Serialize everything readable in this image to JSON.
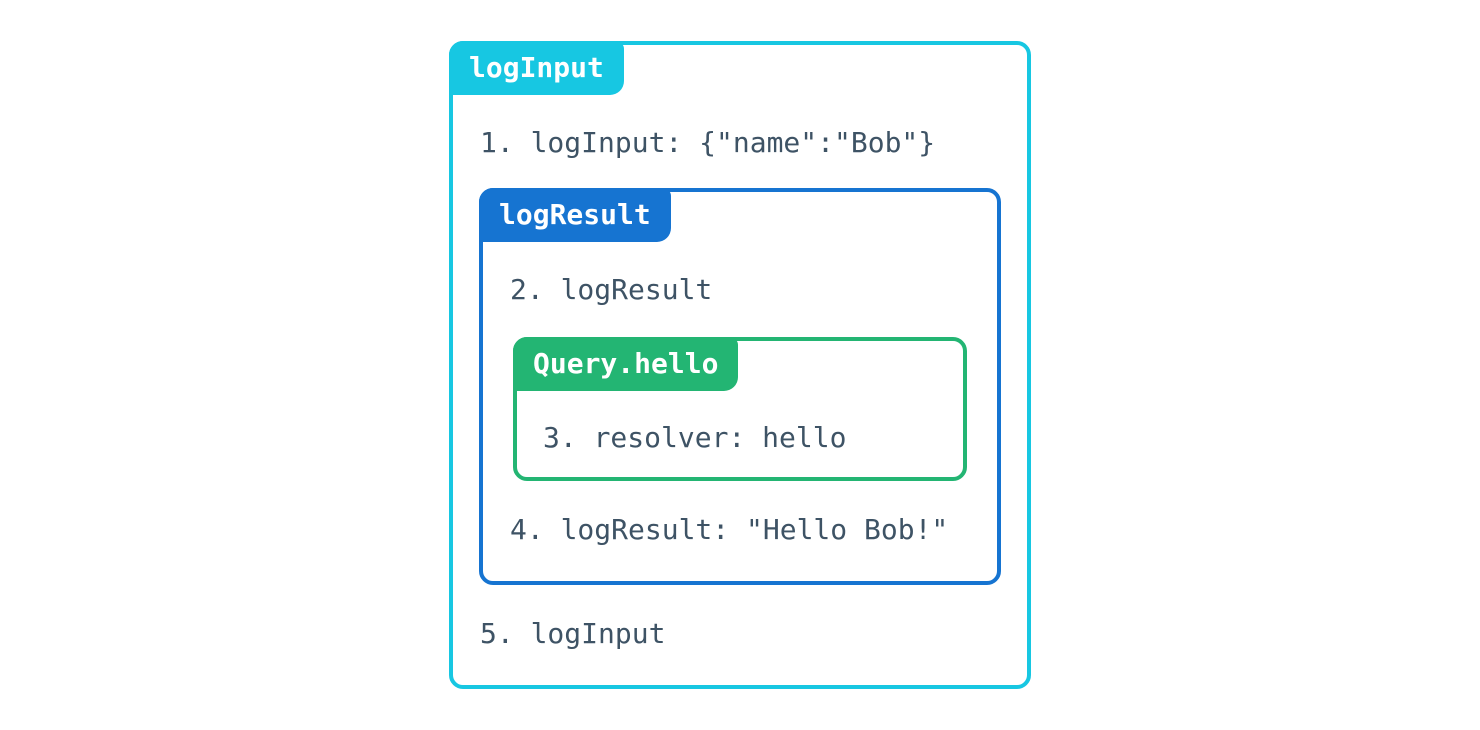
{
  "diagram": {
    "text_color": "#3e5365",
    "boxes": {
      "logInput": {
        "label": "logInput",
        "accent": "#17c7e2",
        "step_enter": "1. logInput: {\"name\":\"Bob\"}",
        "step_exit": "5. logInput"
      },
      "logResult": {
        "label": "logResult",
        "accent": "#1674d1",
        "step_enter": "2. logResult",
        "step_exit": "4. logResult: \"Hello Bob!\""
      },
      "queryHello": {
        "label": "Query.hello",
        "accent": "#23b573",
        "step": "3. resolver: hello"
      }
    }
  }
}
